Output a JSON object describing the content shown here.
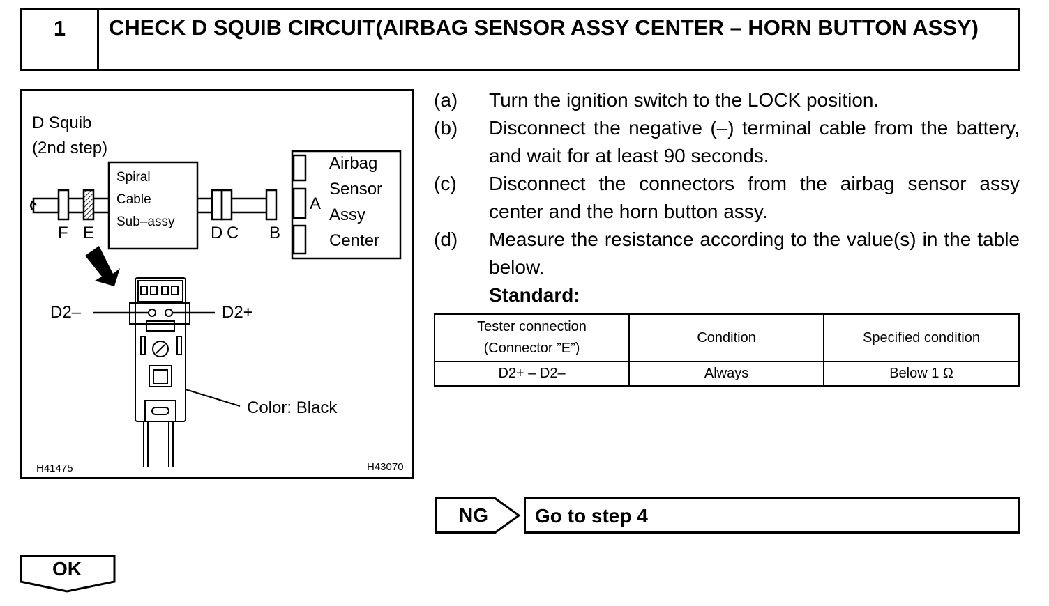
{
  "header": {
    "step_number": "1",
    "title": "CHECK D SQUIB CIRCUIT(AIRBAG SENSOR ASSY CENTER – HORN BUTTON ASSY)"
  },
  "figure": {
    "label_d_squib": "D Squib",
    "label_step": "(2nd step)",
    "spiral_line1": "Spiral",
    "spiral_line2": "Cable",
    "spiral_line3": "Sub–assy",
    "sensor_line1": "Airbag",
    "sensor_line2": "Sensor",
    "sensor_line3": "Assy",
    "sensor_line4": "Center",
    "conn_f": "F",
    "conn_e": "E",
    "conn_d": "D",
    "conn_c": "C",
    "conn_b": "B",
    "conn_a": "A",
    "term_minus": "D2–",
    "term_plus": "D2+",
    "color_label": "Color: Black",
    "code_left": "H41475",
    "code_right": "H43070"
  },
  "steps": [
    {
      "letter": "(a)",
      "text": "Turn the ignition switch to the LOCK position."
    },
    {
      "letter": "(b)",
      "text": "Disconnect the negative (–) terminal cable from the battery, and wait for at least 90 seconds."
    },
    {
      "letter": "(c)",
      "text": "Disconnect the connectors from the airbag sensor assy center and the horn button assy."
    },
    {
      "letter": "(d)",
      "text": "Measure the resistance according to the value(s) in the table below."
    }
  ],
  "standard_label": "Standard:",
  "table": {
    "headers": [
      "Tester connection",
      "(Connector ”E”)",
      "Condition",
      "Specified condition"
    ],
    "row": [
      "D2+ – D2–",
      "Always",
      "Below 1 Ω"
    ]
  },
  "nav": {
    "ng_label": "NG",
    "goto_label": "Go to step 4",
    "ok_label": "OK"
  }
}
